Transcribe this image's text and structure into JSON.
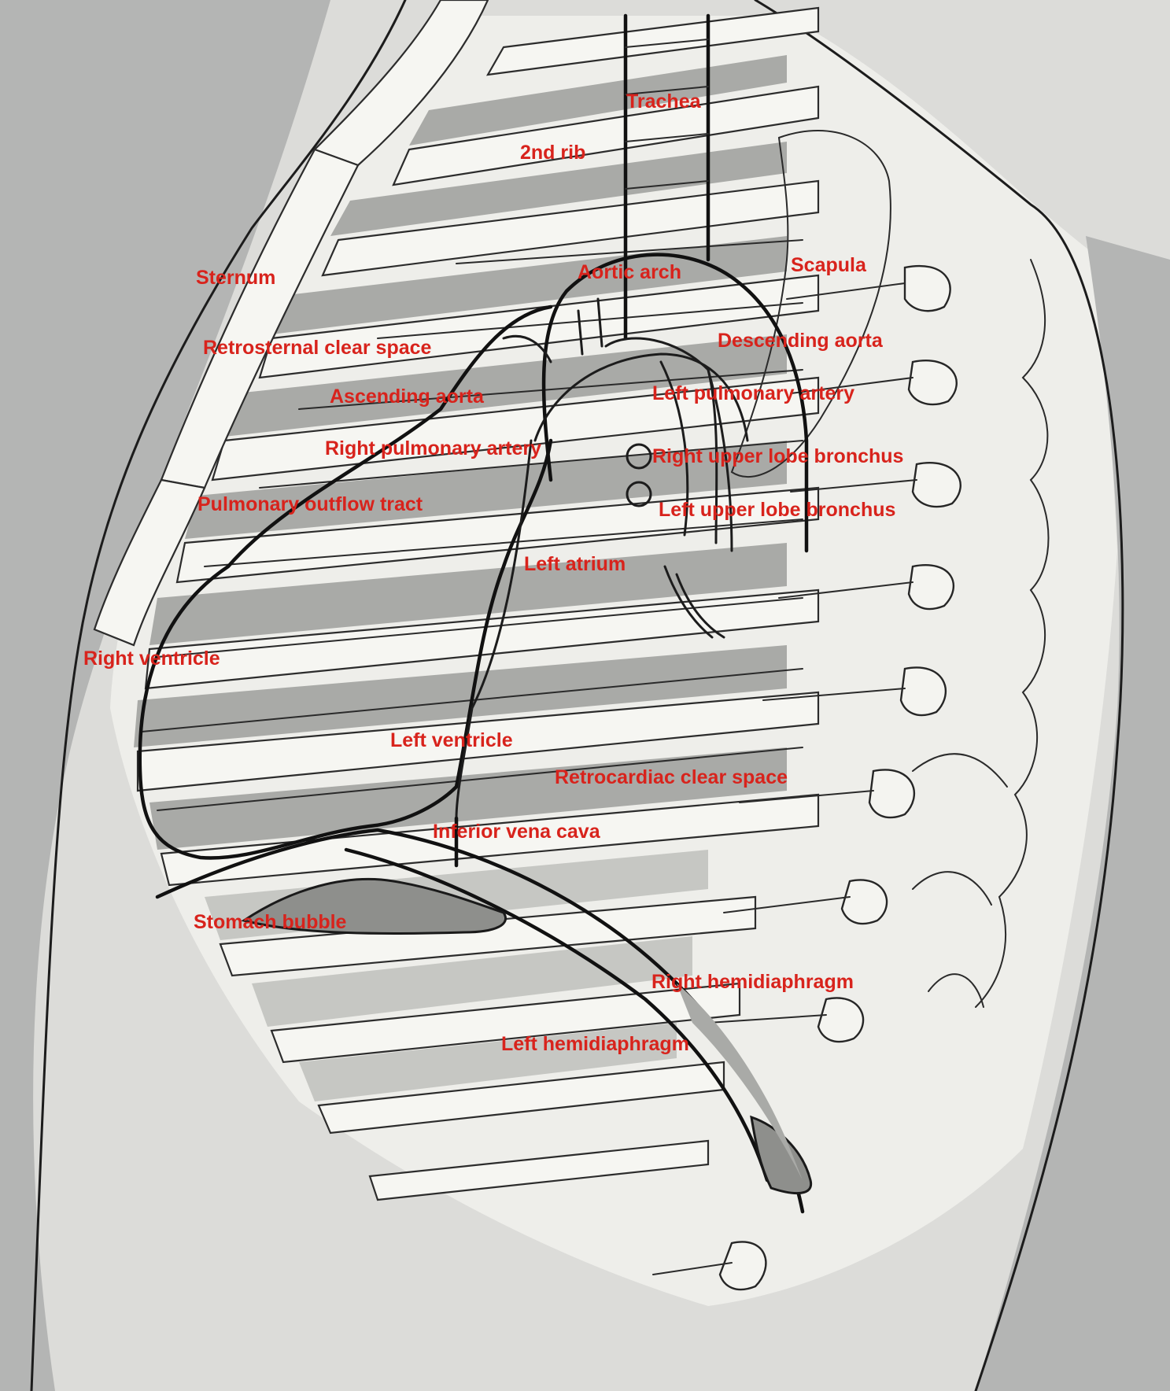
{
  "labels": {
    "trachea": "Trachea",
    "rib2": "2nd rib",
    "sternum": "Sternum",
    "aortic_arch": "Aortic arch",
    "scapula": "Scapula",
    "retrosternal": "Retrosternal clear space",
    "descending_aorta": "Descending aorta",
    "ascending_aorta": "Ascending aorta",
    "left_pulmonary_artery": "Left pulmonary artery",
    "right_pulmonary_artery": "Right pulmonary artery",
    "right_upper_lobe_bronchus": "Right upper lobe bronchus",
    "pulmonary_outflow": "Pulmonary outflow tract",
    "left_upper_lobe_bronchus": "Left upper lobe bronchus",
    "left_atrium": "Left atrium",
    "right_ventricle": "Right ventricle",
    "left_ventricle": "Left ventricle",
    "retrocardiac": "Retrocardiac clear space",
    "ivc": "Inferior vena cava",
    "stomach_bubble": "Stomach bubble",
    "right_hemidiaphragm": "Right hemidiaphragm",
    "left_hemidiaphragm": "Left hemidiaphragm"
  },
  "colors": {
    "label": "#d8231c",
    "background": "#b4b5b4",
    "outline": "#1c1c1c"
  }
}
